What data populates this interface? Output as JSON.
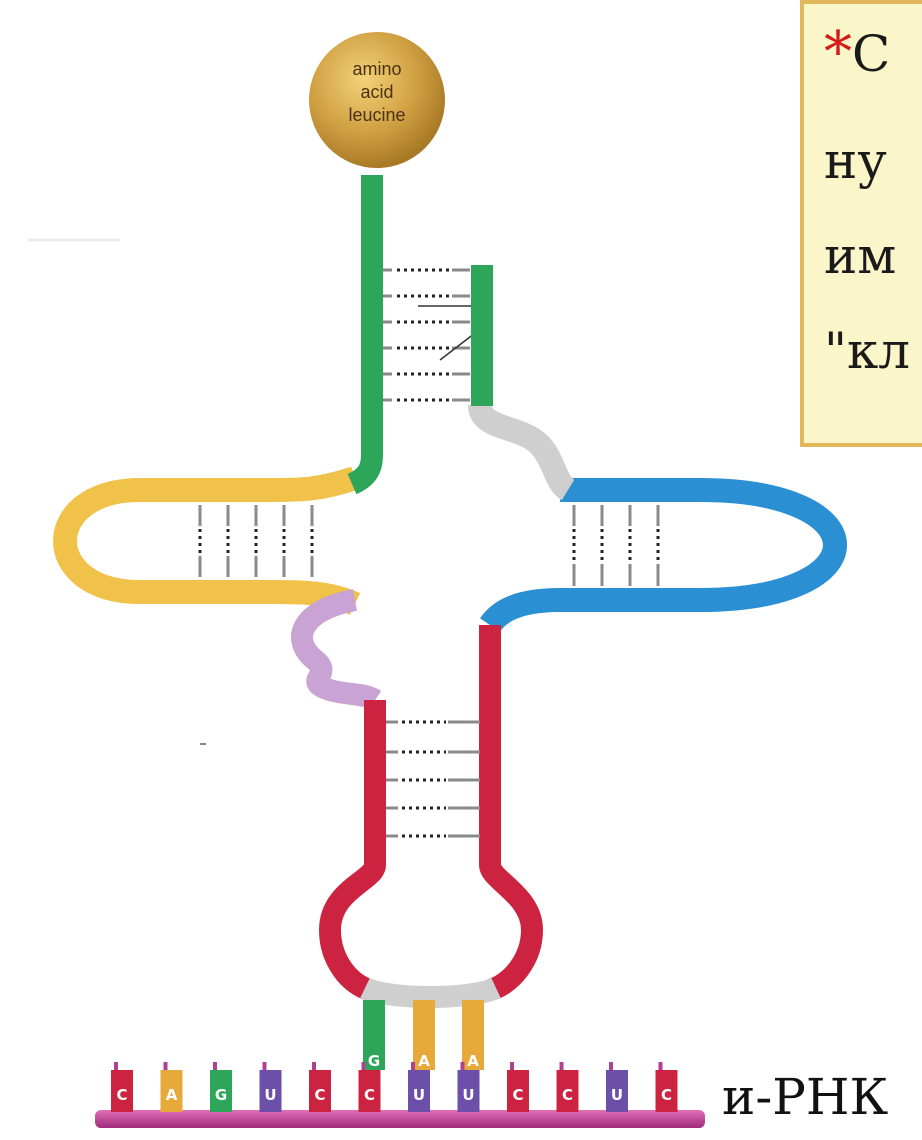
{
  "amino_acid": {
    "line1": "amino",
    "line2": "acid",
    "line3": "leucine"
  },
  "callout": {
    "line1_star": "*",
    "line1_text": "С",
    "line2": "ну",
    "line3": "им",
    "line4": "\"кл"
  },
  "anticodon": [
    "G",
    "A",
    "A"
  ],
  "mrna": {
    "label": "и-РНК",
    "bases": [
      "C",
      "A",
      "G",
      "U",
      "C",
      "C",
      "U",
      "U",
      "C",
      "C",
      "U",
      "C"
    ]
  },
  "colors": {
    "acceptor": "#2ea65a",
    "d_arm": "#f0c24a",
    "t_arm": "#2b8fd4",
    "anticodon_arm": "#cc2340",
    "variable_loop": "#c9a3d4",
    "amino_acid": "#c99a3a",
    "mrna_backbone": "#c63f9a",
    "connector": "#d0d0d0"
  }
}
